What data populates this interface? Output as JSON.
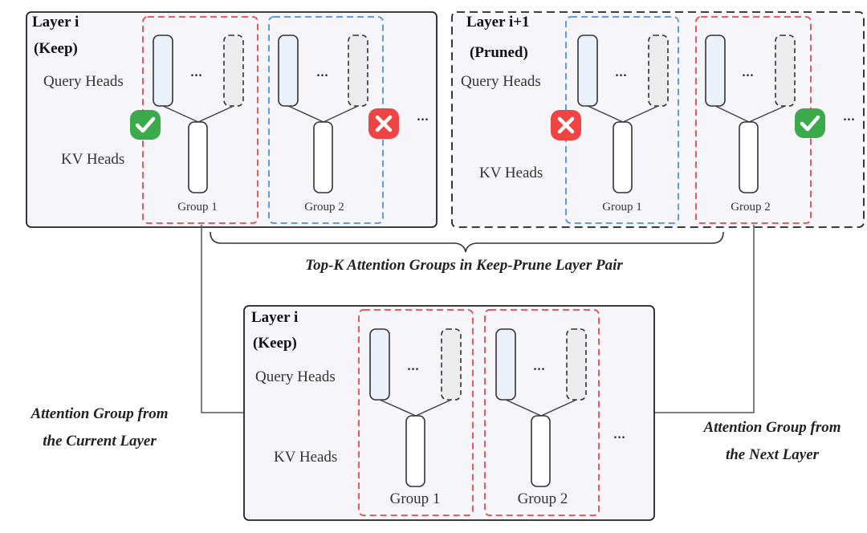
{
  "colors": {
    "panel_fill": "#f6f5fa",
    "keep_group_border": "#e5484d",
    "pruned_group_border": "#4a90e2",
    "query_head_fill": "#eaf1fb",
    "query_head_pruned_fill": "#ececec",
    "check_badge": "#3aaa4b",
    "cross_badge": "#ef4444"
  },
  "icons": {
    "keep": "check-icon",
    "prune": "cross-icon"
  },
  "top_left_panel": {
    "title_line1": "Layer i",
    "title_line2": "(Keep)",
    "query_label": "Query Heads",
    "kv_label": "KV Heads",
    "ellipsis_outer": "...",
    "groups": [
      {
        "label": "Group 1",
        "status": "kept",
        "ellipsis": "..."
      },
      {
        "label": "Group 2",
        "status": "pruned",
        "ellipsis": "..."
      }
    ]
  },
  "top_right_panel": {
    "title_line1": "Layer i+1",
    "title_line2": "(Pruned)",
    "query_label": "Query Heads",
    "kv_label": "KV Heads",
    "ellipsis_outer": "...",
    "groups": [
      {
        "label": "Group 1",
        "status": "pruned",
        "ellipsis": "..."
      },
      {
        "label": "Group 2",
        "status": "kept",
        "ellipsis": "..."
      }
    ]
  },
  "brace_caption": "Top-K Attention Groups in Keep-Prune Layer Pair",
  "bottom_panel": {
    "title_line1": "Layer i",
    "title_line2": "(Keep)",
    "query_label": "Query Heads",
    "kv_label": "KV Heads",
    "ellipsis_outer": "...",
    "groups": [
      {
        "label": "Group 1",
        "ellipsis": "..."
      },
      {
        "label": "Group 2",
        "ellipsis": "..."
      }
    ]
  },
  "left_caption": {
    "line1": "Attention Group from",
    "line2": "the Current Layer"
  },
  "right_caption": {
    "line1": "Attention Group from",
    "line2": "the Next Layer"
  }
}
